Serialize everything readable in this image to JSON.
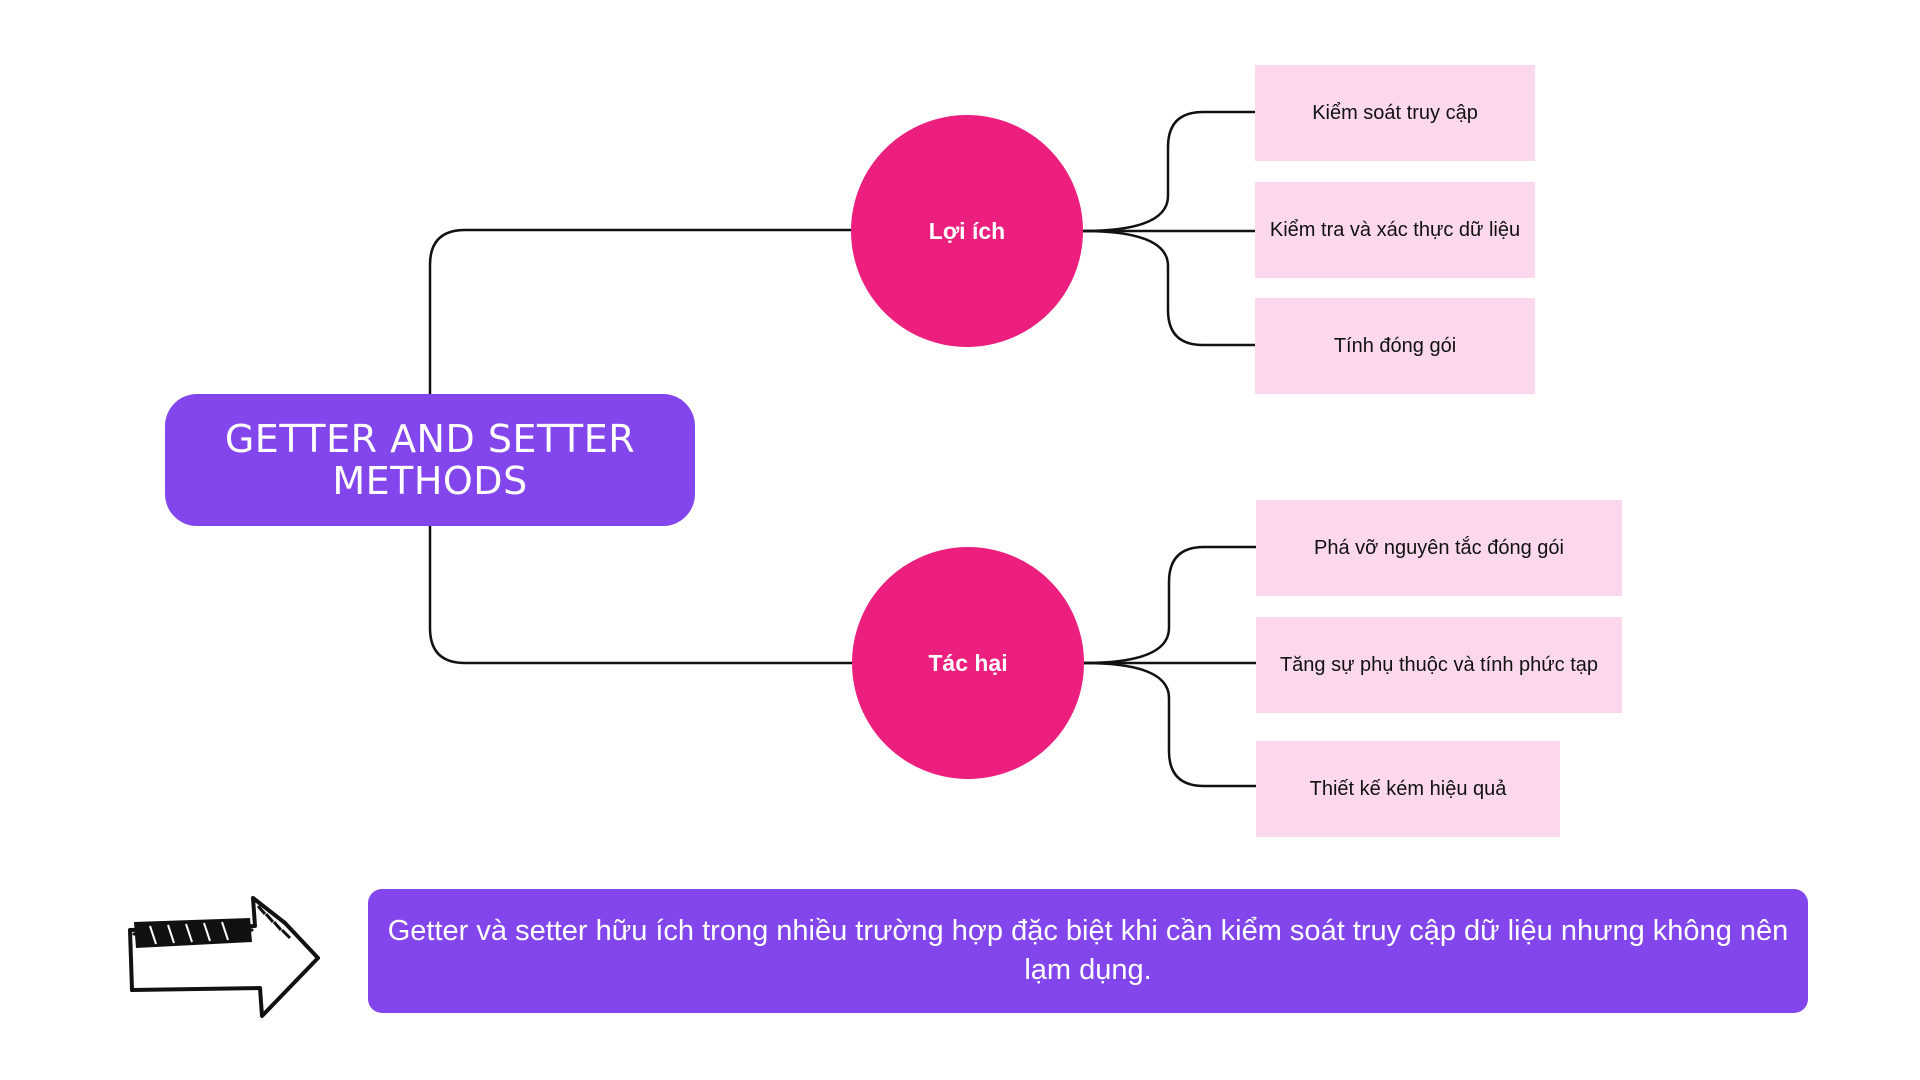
{
  "root": {
    "title": "GETTER AND SETTER METHODS"
  },
  "branches": [
    {
      "label": "Lợi ích",
      "leaves": [
        "Kiểm soát truy cập",
        "Kiểm tra và xác thực dữ liệu",
        "Tính đóng gói"
      ]
    },
    {
      "label": "Tác hại",
      "leaves": [
        "Phá vỡ nguyên tắc đóng gói",
        "Tăng sự phụ thuộc và tính phức tạp",
        "Thiết kế kém hiệu quả"
      ]
    }
  ],
  "summary": {
    "text": "Getter và setter hữu ích trong nhiều trường hợp đặc biệt khi cần kiểm soát truy cập dữ liệu nhưng không nên lạm dụng."
  },
  "icons": {
    "arrow": "hand-drawn-right-arrow-icon"
  },
  "colors": {
    "root_fill": "#8246ec",
    "branch_fill": "#ec1e7e",
    "leaf_fill": "#fcd8ef",
    "summary_fill": "#8246ec",
    "connector": "#111111"
  }
}
